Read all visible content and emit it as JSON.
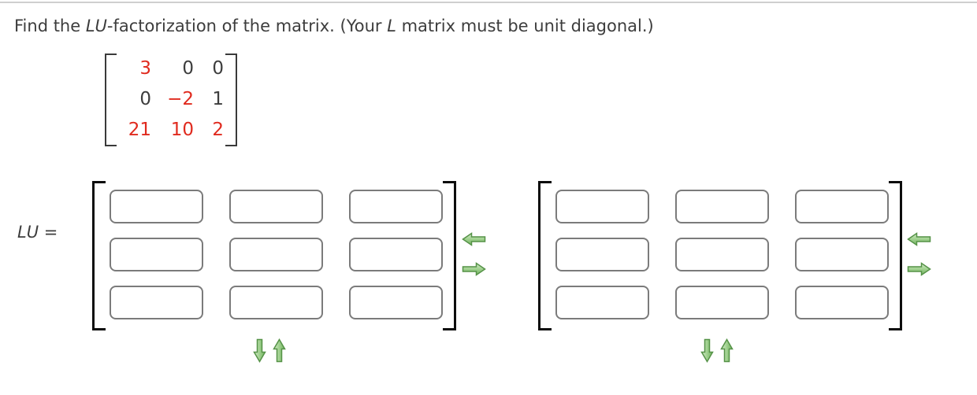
{
  "problem": {
    "statement": {
      "prefix": "Find the ",
      "lu_italic": "LU",
      "middle": "-factorization of the matrix. (Your ",
      "l_italic": "L",
      "suffix": " matrix must be unit diagonal.)"
    }
  },
  "given_matrix": {
    "rows": [
      [
        {
          "value": "3",
          "color": "#e02a1e"
        },
        {
          "value": "0",
          "color": "#3d3d3d"
        },
        {
          "value": "0",
          "color": "#3d3d3d"
        }
      ],
      [
        {
          "value": "0",
          "color": "#3d3d3d"
        },
        {
          "value": "−2",
          "color": "#e02a1e"
        },
        {
          "value": "1",
          "color": "#3d3d3d"
        }
      ],
      [
        {
          "value": "21",
          "color": "#e02a1e"
        },
        {
          "value": "10",
          "color": "#e02a1e"
        },
        {
          "value": "2",
          "color": "#e02a1e"
        }
      ]
    ]
  },
  "equation": {
    "lhs_italic": "LU",
    "relation": " ="
  },
  "answer_matrices": [
    {
      "name": "L",
      "rows": 3,
      "cols": 3,
      "cells": [
        "",
        "",
        "",
        "",
        "",
        "",
        "",
        "",
        ""
      ]
    },
    {
      "name": "U",
      "rows": 3,
      "cols": 3,
      "cells": [
        "",
        "",
        "",
        "",
        "",
        "",
        "",
        "",
        ""
      ]
    }
  ],
  "icons": {
    "left_arrow": "left-arrow-icon",
    "right_arrow": "right-arrow-icon",
    "down_arrow": "down-arrow-icon",
    "up_arrow": "up-arrow-icon"
  },
  "colors": {
    "accent_red": "#e02a1e",
    "text_dark": "#3d3d3d",
    "arrow_fill": "#9fd08e",
    "arrow_stroke": "#559247",
    "input_border": "#7b7b7b",
    "bracket_black": "#0d0d0d",
    "divider_gray": "#cfcfcf"
  }
}
